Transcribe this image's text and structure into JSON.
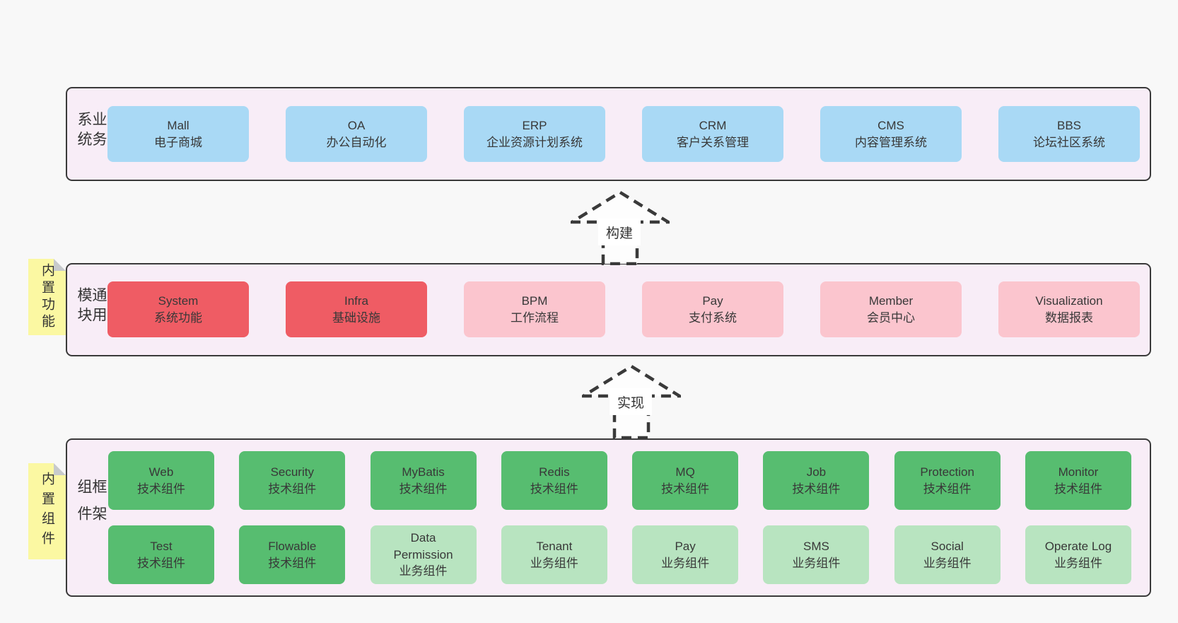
{
  "colors": {
    "page_bg": "#f8f8f8",
    "layer_bg": "#f8edf7",
    "layer_border": "#3a3a3a",
    "blue": "#a9d9f5",
    "red": "#ef5c64",
    "pink": "#fbc5ce",
    "green": "#57bd70",
    "green_light": "#b8e4c0",
    "sticky_yellow": "#fbf8a2",
    "text": "#383838"
  },
  "arrows": [
    {
      "label": "构建"
    },
    {
      "label": "实现"
    }
  ],
  "stickies": {
    "modules": "内置功能",
    "components": "内置组件"
  },
  "layers": {
    "business": {
      "label": "业务系统",
      "boxes": [
        {
          "title": "Mall",
          "subtitle": "电子商城"
        },
        {
          "title": "OA",
          "subtitle": "办公自动化"
        },
        {
          "title": "ERP",
          "subtitle": "企业资源计划系统"
        },
        {
          "title": "CRM",
          "subtitle": "客户关系管理"
        },
        {
          "title": "CMS",
          "subtitle": "内容管理系统"
        },
        {
          "title": "BBS",
          "subtitle": "论坛社区系统"
        }
      ]
    },
    "modules": {
      "label": "通用模块",
      "boxes": [
        {
          "title": "System",
          "subtitle": "系统功能"
        },
        {
          "title": "Infra",
          "subtitle": "基础设施"
        },
        {
          "title": "BPM",
          "subtitle": "工作流程"
        },
        {
          "title": "Pay",
          "subtitle": "支付系统"
        },
        {
          "title": "Member",
          "subtitle": "会员中心"
        },
        {
          "title": "Visualization",
          "subtitle": "数据报表"
        }
      ]
    },
    "components": {
      "label": "框架组件",
      "row1": [
        {
          "title": "Web",
          "subtitle": "技术组件"
        },
        {
          "title": "Security",
          "subtitle": "技术组件"
        },
        {
          "title": "MyBatis",
          "subtitle": "技术组件"
        },
        {
          "title": "Redis",
          "subtitle": "技术组件"
        },
        {
          "title": "MQ",
          "subtitle": "技术组件"
        },
        {
          "title": "Job",
          "subtitle": "技术组件"
        },
        {
          "title": "Protection",
          "subtitle": "技术组件"
        },
        {
          "title": "Monitor",
          "subtitle": "技术组件"
        }
      ],
      "row2": [
        {
          "title": "Test",
          "subtitle": "技术组件"
        },
        {
          "title": "Flowable",
          "subtitle": "技术组件"
        },
        {
          "title": "Data\nPermission",
          "subtitle": "业务组件"
        },
        {
          "title": "Tenant",
          "subtitle": "业务组件"
        },
        {
          "title": "Pay",
          "subtitle": "业务组件"
        },
        {
          "title": "SMS",
          "subtitle": "业务组件"
        },
        {
          "title": "Social",
          "subtitle": "业务组件"
        },
        {
          "title": "Operate Log",
          "subtitle": "业务组件"
        }
      ]
    }
  }
}
